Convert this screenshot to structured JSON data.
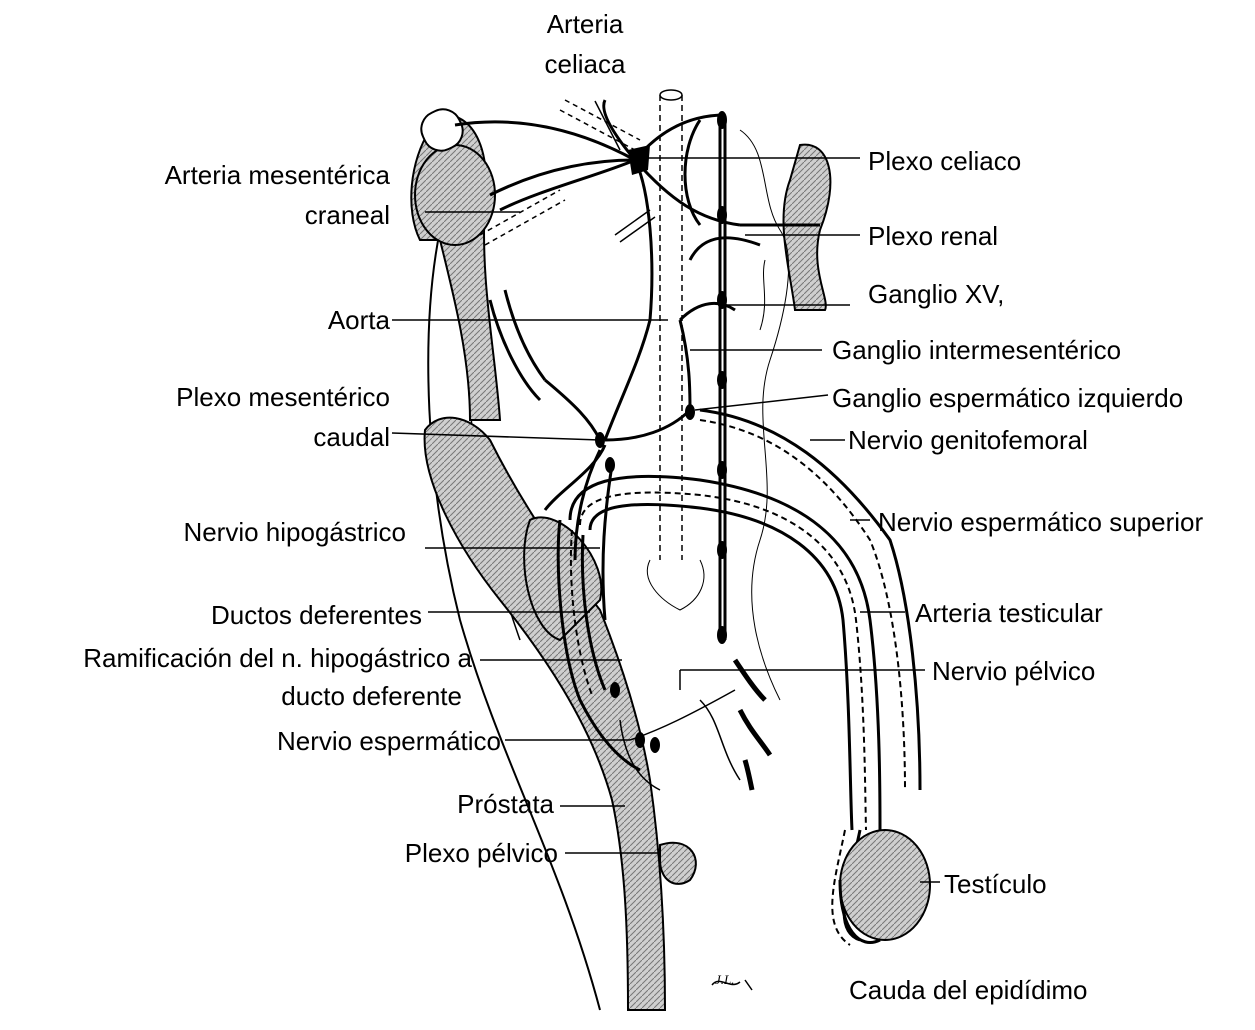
{
  "diagram": {
    "labels": {
      "arteria_celiaca_1": "Arteria",
      "arteria_celiaca_2": "celiaca",
      "arteria_mesenterica_1": "Arteria mesentérica",
      "arteria_mesenterica_2": "craneal",
      "aorta": "Aorta",
      "plexo_mesenterico_1": "Plexo mesentérico",
      "plexo_mesenterico_2": "caudal",
      "nervio_hipogastrico": "Nervio hipogástrico",
      "ductos_deferentes": "Ductos deferentes",
      "ramificacion_1": "Ramificación del  n. hipogástrico a",
      "ramificacion_2": "ducto deferente",
      "nervio_espermatico": "Nervio espermático",
      "prostata": "Próstata",
      "plexo_pelvico": "Plexo pélvico",
      "plexo_celiaco": "Plexo celiaco",
      "plexo_renal": "Plexo renal",
      "ganglio_xv": "Ganglio XV,",
      "ganglio_intermesenterico": "Ganglio intermesentérico",
      "ganglio_espermatico_izq": "Ganglio espermático izquierdo",
      "nervio_genitofemoral": "Nervio genitofemoral",
      "nervio_espermatico_superior": "Nervio espermático superior",
      "arteria_testicular": "Arteria testicular",
      "nervio_pelvico": "Nervio pélvico",
      "testiculo": "Testículo",
      "cauda_epididimo": "Cauda del epidídimo"
    },
    "signature": "J.L."
  }
}
